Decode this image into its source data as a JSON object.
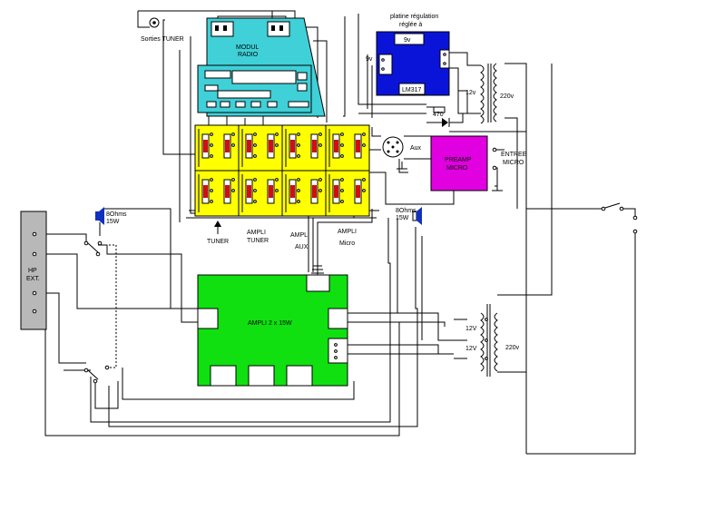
{
  "labels": {
    "sorties_tuner": "Sorties TUNER",
    "modul_radio_1": "MODUL",
    "modul_radio_2": "RADIO",
    "platine_1": "platine régulation",
    "platine_2": "réglée à",
    "reg_9v_top": "9v",
    "reg_9v_left": "9v",
    "lm317": "LM317",
    "tr1_12v": "12v",
    "tr1_220v": "220v",
    "r470": "470",
    "aux": "Aux",
    "preamp_1": "PREAMP",
    "preamp_2": "MICRO",
    "entree_1": "ENTREE",
    "entree_2": "MICRO",
    "hp_left_1": "8Ohms",
    "hp_left_2": "15W",
    "hp_right_1": "8Ohms",
    "hp_right_2": "15W",
    "tuner": "TUNER",
    "ampli_tuner_1": "AMPLI",
    "ampli_tuner_2": "TUNER",
    "ampli_aux_1": "AMPLI",
    "ampli_aux_2": "AUX",
    "ampli_micro_1": "AMPLI",
    "ampli_micro_2": "Micro",
    "hp_ext_1": "HP",
    "hp_ext_2": "EXT.",
    "ampli": "AMPLI 2 x 15W",
    "tr2_12v_a": "12V",
    "tr2_12v_b": "12V",
    "tr2_220v": "220v"
  },
  "colors": {
    "radio": "#3fd0d8",
    "regulator": "#0a14d8",
    "switch_panel": "#ffff00",
    "switch_red": "#d01010",
    "preamp": "#e000e0",
    "ampli": "#10e010",
    "hp_ext": "#b8b8b8",
    "speaker": "#1030c0"
  }
}
